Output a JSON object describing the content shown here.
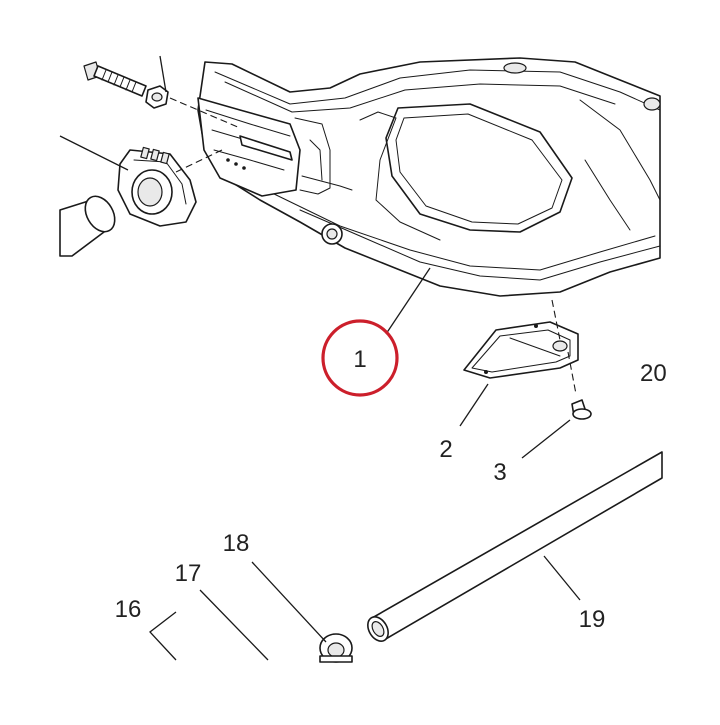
{
  "diagram": {
    "highlight_color": "#cc1f2b",
    "highlighted_part": "1",
    "callouts": [
      {
        "id": "1",
        "text": "1"
      },
      {
        "id": "2",
        "text": "2"
      },
      {
        "id": "3",
        "text": "3"
      },
      {
        "id": "16",
        "text": "16"
      },
      {
        "id": "17",
        "text": "17"
      },
      {
        "id": "18",
        "text": "18"
      },
      {
        "id": "19",
        "text": "19"
      },
      {
        "id": "20",
        "text": "20"
      }
    ]
  }
}
